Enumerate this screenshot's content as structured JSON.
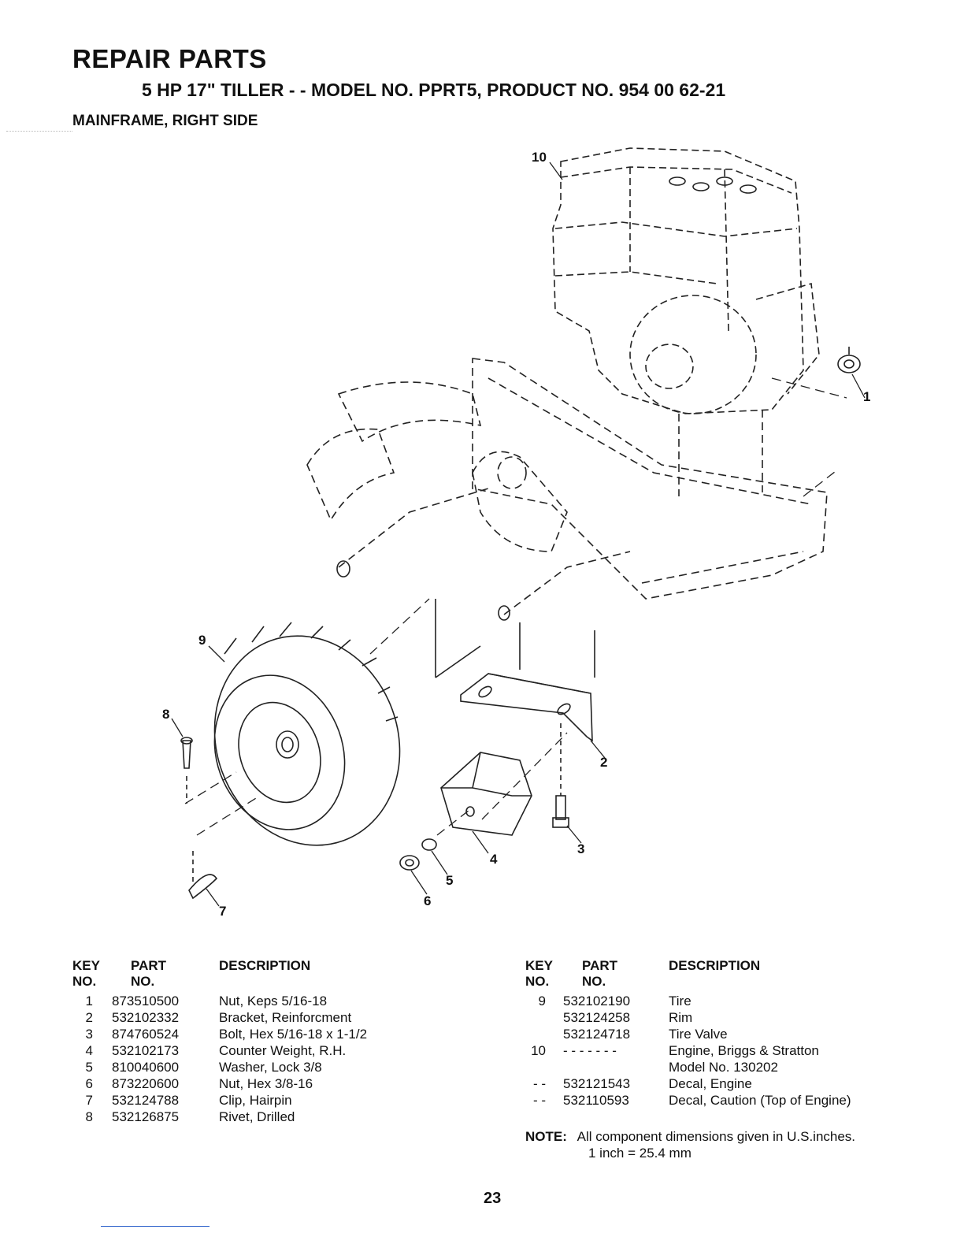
{
  "header": {
    "title": "REPAIR PARTS",
    "subtitle": "5 HP  17\" TILLER - - MODEL NO. PPRT5, PRODUCT NO. 954 00 62-21",
    "section": "MAINFRAME, RIGHT SIDE"
  },
  "diagram": {
    "callouts": [
      "1",
      "2",
      "3",
      "4",
      "5",
      "6",
      "7",
      "8",
      "9",
      "10"
    ]
  },
  "table_headers": {
    "key_line1": "KEY",
    "key_line2": "NO.",
    "part_line1": "PART",
    "part_line2": "NO.",
    "description": "DESCRIPTION"
  },
  "parts_left": [
    {
      "key": "1",
      "part": "873510500",
      "desc": "Nut, Keps  5/16-18"
    },
    {
      "key": "2",
      "part": "532102332",
      "desc": "Bracket, Reinforcment"
    },
    {
      "key": "3",
      "part": "874760524",
      "desc": "Bolt, Hex  5/16-18 x 1-1/2"
    },
    {
      "key": "4",
      "part": "532102173",
      "desc": "Counter Weight, R.H."
    },
    {
      "key": "5",
      "part": "810040600",
      "desc": "Washer, Lock  3/8"
    },
    {
      "key": "6",
      "part": "873220600",
      "desc": "Nut, Hex  3/8-16"
    },
    {
      "key": "7",
      "part": "532124788",
      "desc": "Clip, Hairpin"
    },
    {
      "key": "8",
      "part": "532126875",
      "desc": "Rivet, Drilled"
    }
  ],
  "parts_right": [
    {
      "key": "9",
      "part": "532102190",
      "desc": "Tire"
    },
    {
      "key": "",
      "part": "532124258",
      "desc": "Rim"
    },
    {
      "key": "",
      "part": "532124718",
      "desc": "Tire Valve"
    },
    {
      "key": "10",
      "part": "- - - - - - -",
      "desc": "Engine, Briggs & Stratton"
    },
    {
      "key": "",
      "part": "",
      "desc": "Model No. 130202"
    },
    {
      "key": "- -",
      "part": "532121543",
      "desc": "Decal, Engine"
    },
    {
      "key": "- -",
      "part": "532110593",
      "desc": "Decal, Caution (Top of Engine)"
    }
  ],
  "note": {
    "label": "NOTE:",
    "line1": "All component dimensions given in U.S.inches.",
    "line2": "1 inch = 25.4 mm"
  },
  "page_number": "23"
}
